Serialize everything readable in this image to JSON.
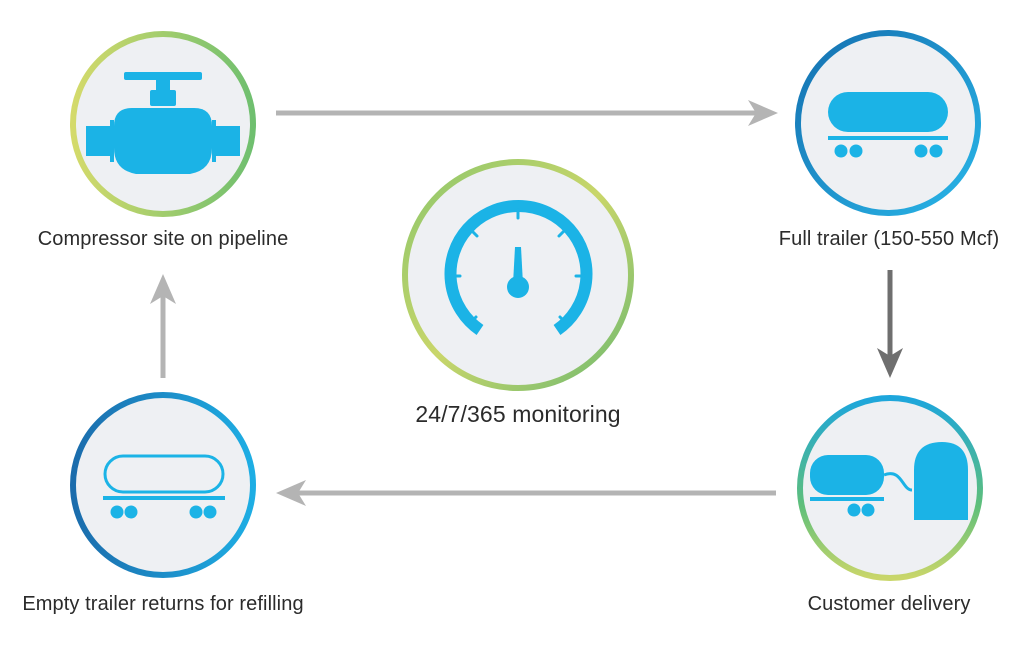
{
  "nodes": {
    "compressor": {
      "label": "Compressor site on pipeline",
      "icon": "valve-icon"
    },
    "full_trailer": {
      "label": "Full trailer (150-550 Mcf)",
      "icon": "full-tanker-trailer-icon"
    },
    "customer": {
      "label": "Customer delivery",
      "icon": "trailer-delivery-icon"
    },
    "empty_trailer": {
      "label": "Empty trailer returns for refilling",
      "icon": "empty-tanker-trailer-icon"
    },
    "monitoring": {
      "label": "24/7/365 monitoring",
      "icon": "gauge-icon"
    }
  },
  "colors": {
    "icon_blue": "#1bb3e6",
    "ring_green": "#7cc36b",
    "ring_yellow": "#cfd86a",
    "ring_blue": "#1a8fc8",
    "ring_dark_blue": "#1a6aa8",
    "circle_fill": "#eef0f3",
    "arrow_gray": "#b4b4b4",
    "arrow_dark": "#6f6f6f"
  }
}
